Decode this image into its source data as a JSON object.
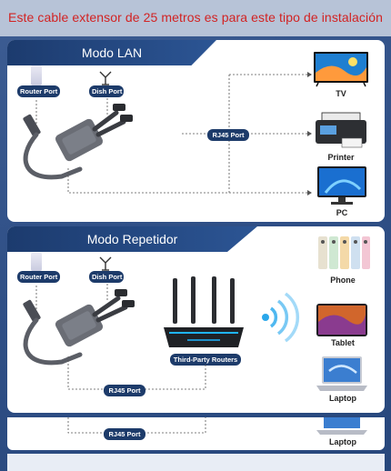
{
  "banner": {
    "text": "Este cable extensor de 25 metros es para este tipo de instalación"
  },
  "lan": {
    "title": "Modo LAN",
    "router_port": "Router Port",
    "dish_port": "Dish Port",
    "rj45_port": "RJ45 Port",
    "devices": [
      "TV",
      "Printer",
      "PC"
    ]
  },
  "repeater": {
    "title": "Modo Repetidor",
    "router_port": "Router Port",
    "dish_port": "Dish Port",
    "third_party": "Third-Party Routers",
    "rj45_port": "RJ45 Port",
    "devices": [
      "Phone",
      "Tablet",
      "Laptop"
    ]
  },
  "extra": {
    "rj45_port": "RJ45 Port",
    "device": "Laptop"
  },
  "colors": {
    "banner_text": "#d22323",
    "tab": "#1c3b6e",
    "pill": "#1d3b6a",
    "background": "#2f4f86"
  }
}
